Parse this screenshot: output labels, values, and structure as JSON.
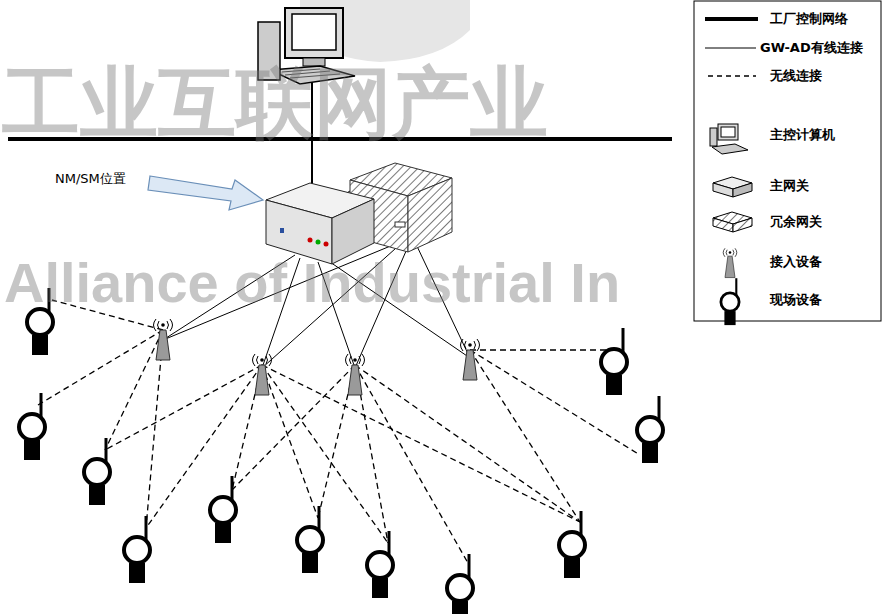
{
  "diagram": {
    "labels": [
      "工业互联网产业",
      "Alliance of Industrial In",
      "NM/SM位置"
    ],
    "legend": [
      {
        "text": "工厂控制网络"
      },
      {
        "text": "GW-AD有线连接"
      },
      {
        "text": "无线连接"
      },
      {
        "text": "主控计算机"
      },
      {
        "text": "主网关"
      },
      {
        "text": "冗余网关"
      },
      {
        "text": "接入设备"
      },
      {
        "text": "现场设备"
      }
    ]
  }
}
